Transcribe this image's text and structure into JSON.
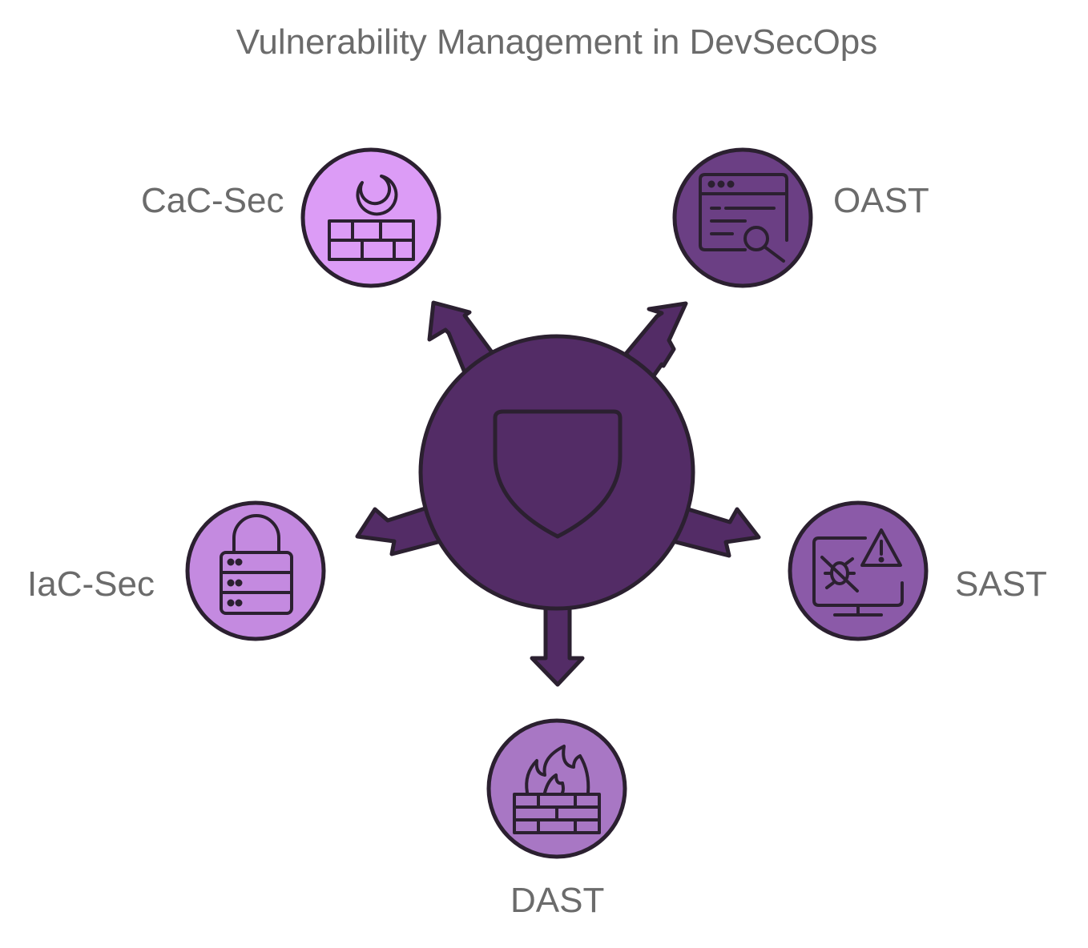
{
  "title": "Vulnerability Management in DevSecOps",
  "center": {
    "icon": "shield-icon",
    "color": "#532c66"
  },
  "nodes": [
    {
      "id": "cac-sec",
      "label": "CaC-Sec",
      "icon": "firewall-moon-icon",
      "color": "#dc9cf6"
    },
    {
      "id": "oast",
      "label": "OAST",
      "icon": "browser-search-icon",
      "color": "#6b3f84"
    },
    {
      "id": "iac-sec",
      "label": "IaC-Sec",
      "icon": "server-lock-icon",
      "color": "#c48ae0"
    },
    {
      "id": "sast",
      "label": "SAST",
      "icon": "monitor-bug-warning-icon",
      "color": "#8b5aa8"
    },
    {
      "id": "dast",
      "label": "DAST",
      "icon": "firewall-flame-icon",
      "color": "#a877c4"
    }
  ],
  "stroke_color": "#2b2030"
}
